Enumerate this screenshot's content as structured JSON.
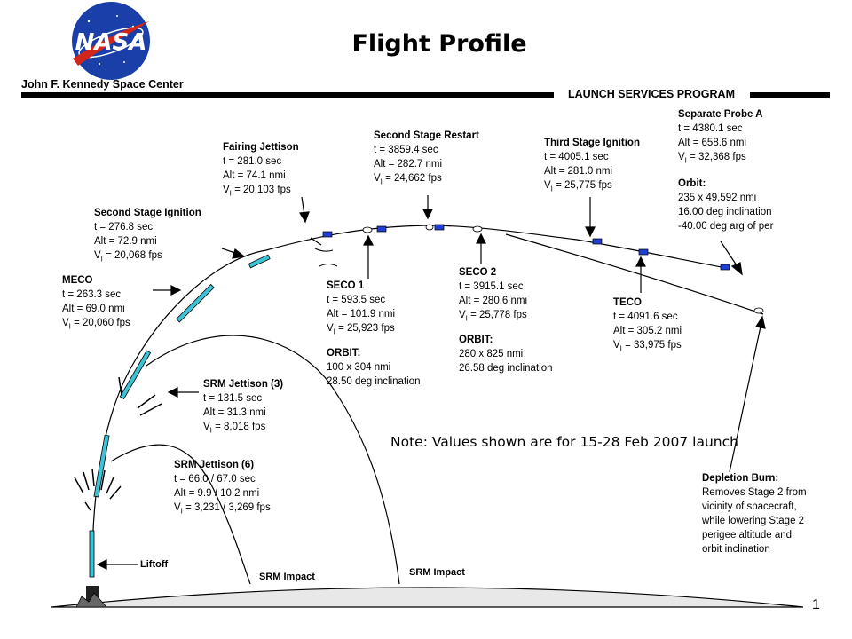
{
  "header": {
    "title": "Flight Profile",
    "org": "John F. Kennedy Space Center",
    "program": "LAUNCH SERVICES PROGRAM",
    "logo_text": "NASA"
  },
  "events": {
    "fairing": {
      "title": "Fairing Jettison",
      "t": "t = 281.0 sec",
      "alt": "Alt = 74.1 nmi",
      "v_val": " = 20,103 fps"
    },
    "restart": {
      "title": "Second Stage Restart",
      "t": "t = 3859.4 sec",
      "alt": "Alt = 282.7 nmi",
      "v_val": " = 24,662 fps"
    },
    "third": {
      "title": "Third Stage Ignition",
      "t": "t = 4005.1 sec",
      "alt": "Alt = 281.0 nmi",
      "v_val": " = 25,775 fps"
    },
    "probe": {
      "title": "Separate Probe A",
      "t": "t = 4380.1 sec",
      "alt": "Alt = 658.6 nmi",
      "v_val": " = 32,368 fps",
      "orbit_title": "Orbit:",
      "orbit1": "235 x 49,592 nmi",
      "orbit2": "16.00 deg inclination",
      "orbit3": "-40.00 deg arg of per"
    },
    "ssi": {
      "title": "Second Stage Ignition",
      "t": "t = 276.8 sec",
      "alt": "Alt = 72.9 nmi",
      "v_val": " = 20,068 fps"
    },
    "meco": {
      "title": "MECO",
      "t": "t = 263.3 sec",
      "alt": "Alt = 69.0 nmi",
      "v_val": " = 20,060 fps"
    },
    "seco1": {
      "title": "SECO 1",
      "t": "t = 593.5 sec",
      "alt": "Alt = 101.9 nmi",
      "v_val": " = 25,923 fps",
      "orbit_title": "ORBIT:",
      "orbit1": "100 x 304 nmi",
      "orbit2": "28.50 deg inclination"
    },
    "seco2": {
      "title": "SECO 2",
      "t": "t = 3915.1 sec",
      "alt": "Alt = 280.6 nmi",
      "v_val": " = 25,778 fps",
      "orbit_title": "ORBIT:",
      "orbit1": "280 x 825 nmi",
      "orbit2": "26.58 deg inclination"
    },
    "teco": {
      "title": "TECO",
      "t": "t = 4091.6 sec",
      "alt": "Alt = 305.2 nmi",
      "v_val": " = 33,975 fps"
    },
    "srm3": {
      "title": "SRM Jettison (3)",
      "t": "t = 131.5 sec",
      "alt": "Alt = 31.3 nmi",
      "v_val": " = 8,018 fps"
    },
    "srm6": {
      "title": "SRM Jettison (6)",
      "t": "t = 66.0 / 67.0 sec",
      "alt": "Alt = 9.9 / 10.2 nmi",
      "v_val": " = 3,231 / 3,269 fps"
    },
    "depletion": {
      "title": "Depletion Burn:",
      "l1": "Removes Stage 2 from",
      "l2": "vicinity of spacecraft,",
      "l3": "while lowering Stage 2",
      "l4": "perigee altitude and",
      "l5": "orbit inclination"
    }
  },
  "velocity_symbol": "V",
  "velocity_sub": "I",
  "note": "Note: Values shown are for 15-28 Feb 2007 launch",
  "ground_labels": {
    "liftoff": "Liftoff",
    "srm_impact_1": "SRM Impact",
    "srm_impact_2": "SRM Impact"
  },
  "page_number": "1",
  "colors": {
    "vehicle": "#3cc3d6",
    "stage": "#1f3fd0",
    "logo_blue": "#1b3fa8",
    "logo_red": "#d2261c"
  }
}
